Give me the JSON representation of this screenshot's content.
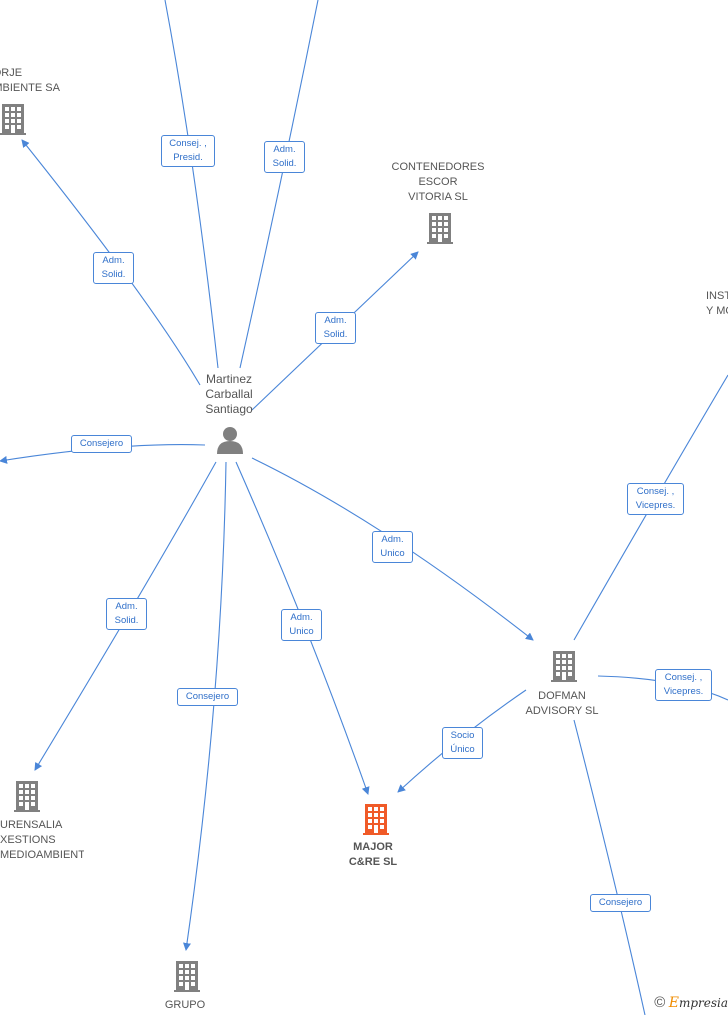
{
  "person": {
    "name_lines": [
      "Martinez",
      "Carballal",
      "Santiago"
    ]
  },
  "companies": {
    "forje": {
      "lines": [
        "FORJE",
        "AMBIENTE SA"
      ]
    },
    "contenedores": {
      "lines": [
        "CONTENEDORES",
        "ESCOR",
        "VITORIA SL"
      ]
    },
    "inst": {
      "lines": [
        "INST",
        "Y MO"
      ]
    },
    "dofman": {
      "lines": [
        "DOFMAN",
        "ADVISORY SL"
      ]
    },
    "major": {
      "lines": [
        "MAJOR",
        "C&RE  SL"
      ]
    },
    "urensalia": {
      "lines": [
        "URENSALIA",
        "XESTIONS",
        "MEDIOAMBIENTAIS SL"
      ]
    },
    "grupo": {
      "lines": [
        "GRUPO"
      ]
    }
  },
  "relations": {
    "consej_presid": [
      "Consej. ,",
      "Presid."
    ],
    "adm_solid_top": [
      "Adm.",
      "Solid."
    ],
    "adm_solid_forje": [
      "Adm.",
      "Solid."
    ],
    "adm_solid_cont": [
      "Adm.",
      "Solid."
    ],
    "consejero_left": [
      "Consejero"
    ],
    "adm_unico_dofman": [
      "Adm.",
      "Unico"
    ],
    "adm_solid_uren": [
      "Adm.",
      "Solid."
    ],
    "adm_unico_major": [
      "Adm.",
      "Unico"
    ],
    "consejero_grupo": [
      "Consejero"
    ],
    "socio_unico": [
      "Socio",
      "Único"
    ],
    "consej_vicepres_inst": [
      "Consej. ,",
      "Vicepres."
    ],
    "consej_vicepres_right": [
      "Consej. ,",
      "Vicepres."
    ],
    "consejero_bottom": [
      "Consejero"
    ]
  },
  "footer": {
    "copyright": "©",
    "brand_first": "E",
    "brand_rest": "mpresia"
  },
  "colors": {
    "edge": "#4a86d8",
    "company_icon": "#808080",
    "highlight_icon": "#f05a28",
    "person_icon": "#808080"
  }
}
